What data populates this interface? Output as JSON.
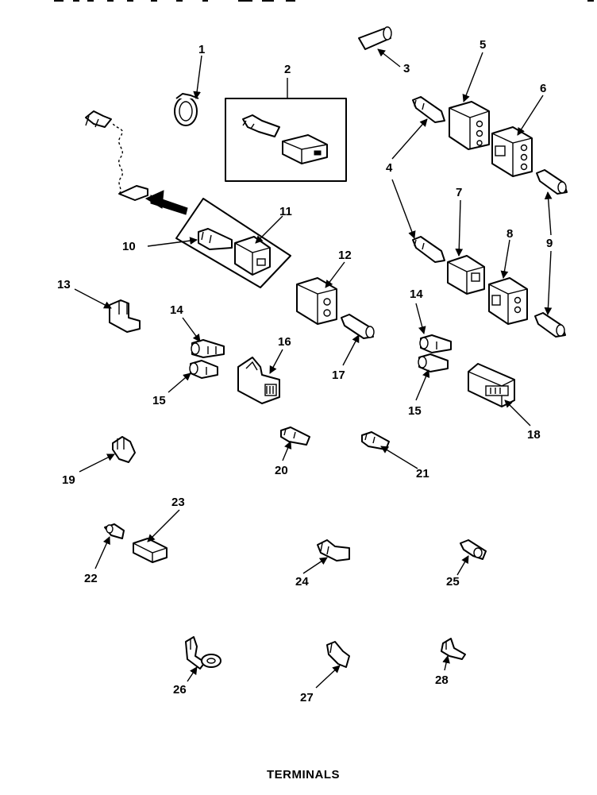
{
  "diagram": {
    "caption": "TERMINALS",
    "callouts": [
      "1",
      "2",
      "3",
      "4",
      "5",
      "6",
      "7",
      "8",
      "9",
      "10",
      "11",
      "12",
      "13",
      "14",
      "15",
      "16",
      "17",
      "18",
      "19",
      "20",
      "21",
      "22",
      "23",
      "24",
      "25",
      "26",
      "27",
      "28"
    ],
    "callout_14_right": "14",
    "callout_15_right": "15"
  }
}
